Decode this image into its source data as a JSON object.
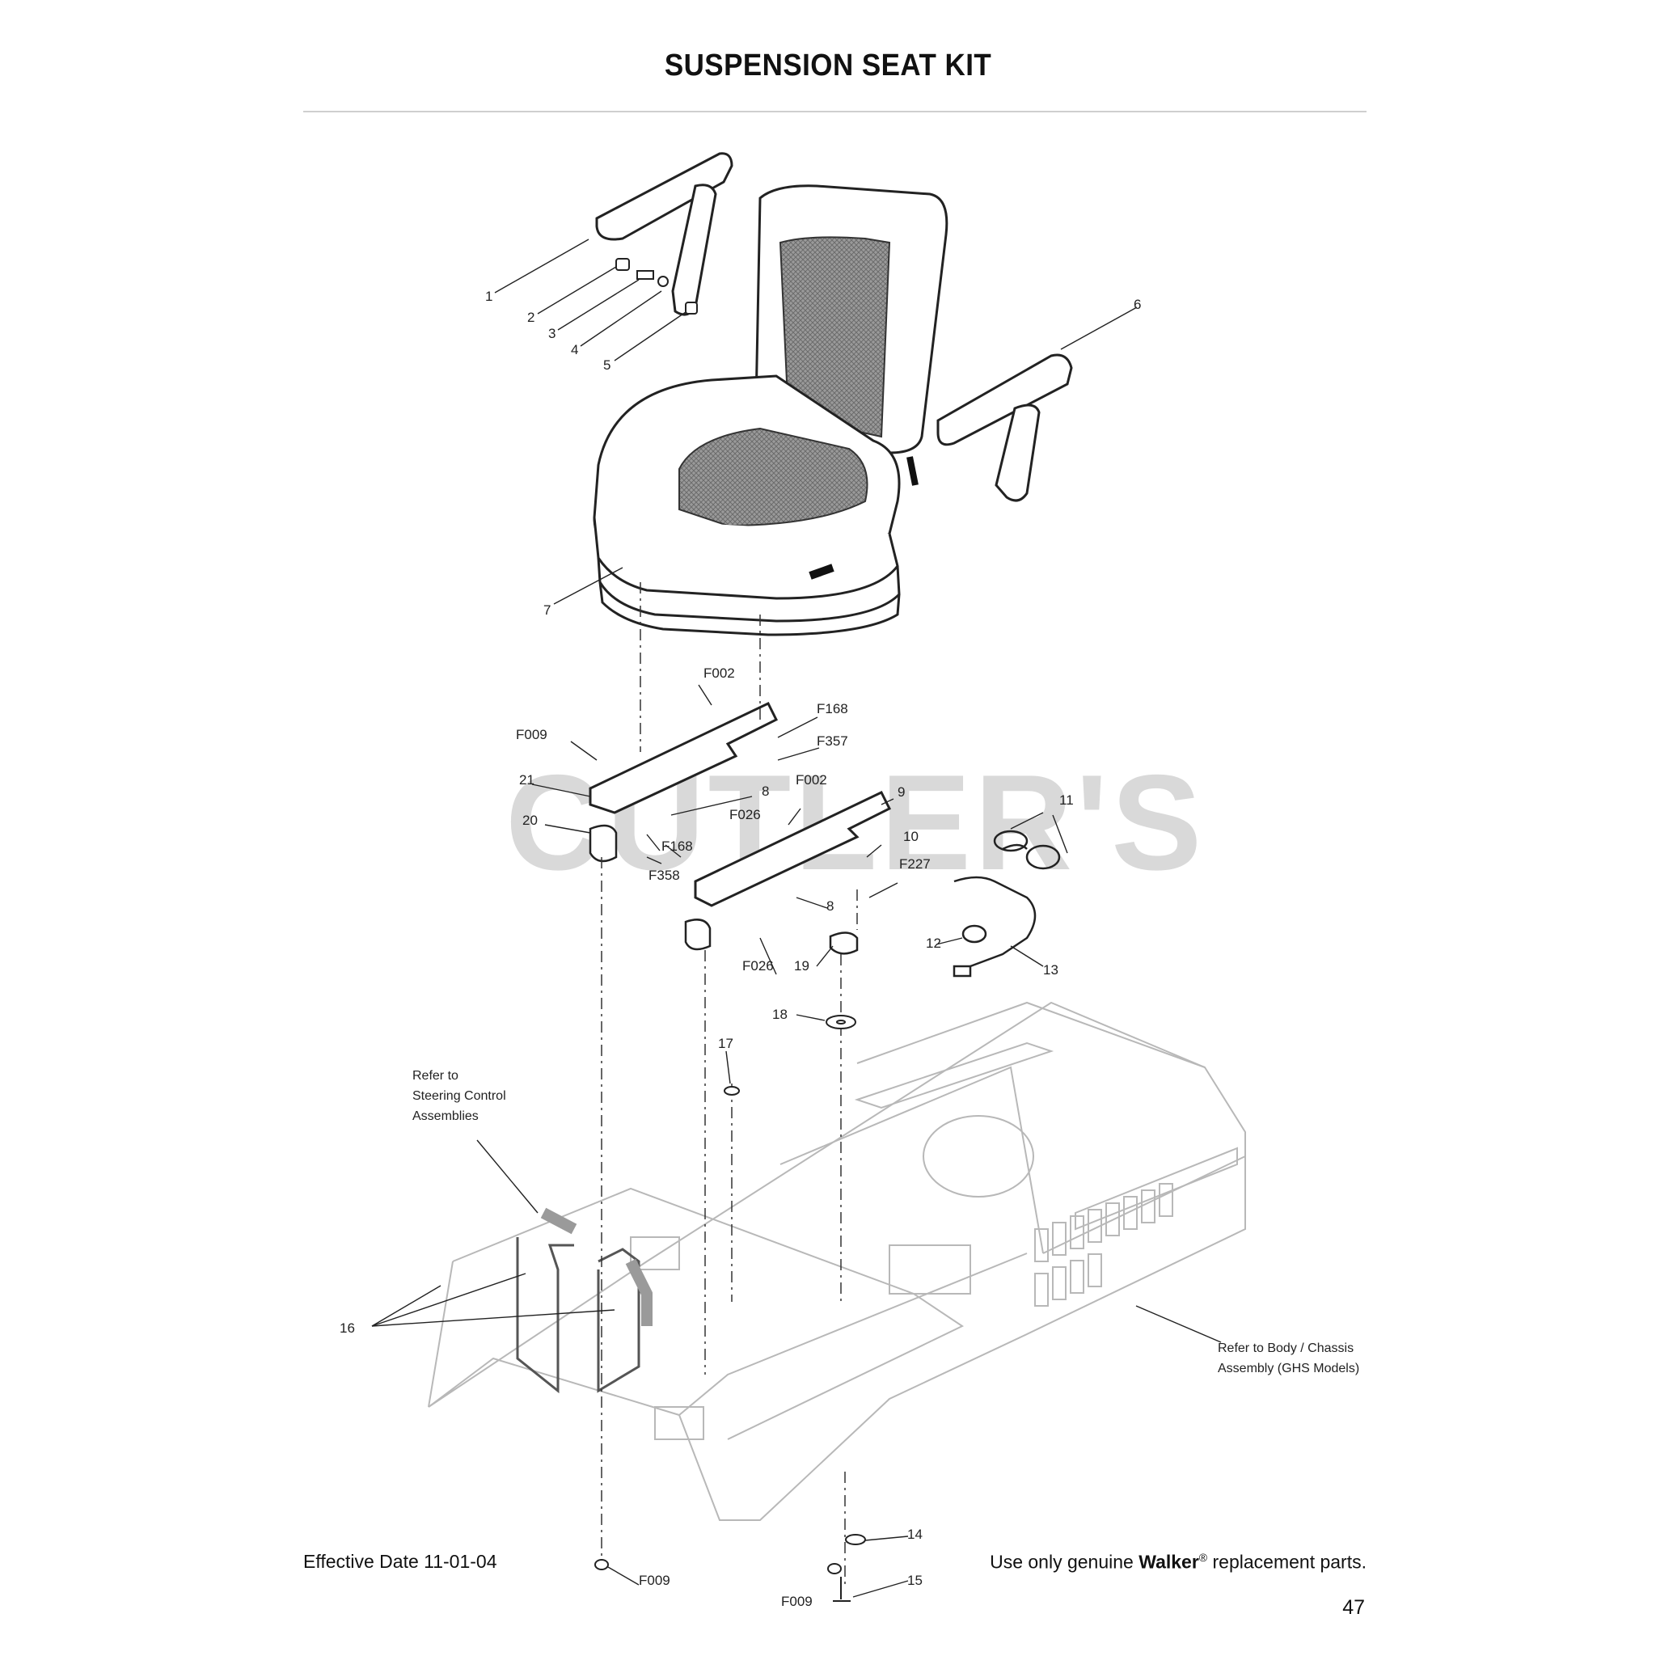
{
  "page": {
    "title": "SUSPENSION SEAT KIT",
    "effective_date": "Effective Date 11-01-04",
    "footer_prefix": "Use only genuine ",
    "footer_brand": "Walker",
    "footer_reg": "®",
    "footer_suffix": " replacement parts.",
    "page_number": "47",
    "watermark": "CUTLER'S"
  },
  "callouts": {
    "c1": "1",
    "c2": "2",
    "c3": "3",
    "c4": "4",
    "c5": "5",
    "c6": "6",
    "c7": "7",
    "c8a": "8",
    "c8b": "8",
    "c9": "9",
    "c10": "10",
    "c11": "11",
    "c12": "12",
    "c13": "13",
    "c14": "14",
    "c15": "15",
    "c16": "16",
    "c17": "17",
    "c18": "18",
    "c19": "19",
    "c20": "20",
    "c21": "21",
    "f002a": "F002",
    "f002b": "F002",
    "f168a": "F168",
    "f168b": "F168",
    "f357": "F357",
    "f009a": "F009",
    "f009b": "F009",
    "f009c": "F009",
    "f026a": "F026",
    "f026b": "F026",
    "f358": "F358",
    "f227": "F227"
  },
  "notes": {
    "steering_1": "Refer to",
    "steering_2": "Steering Control",
    "steering_3": "Assemblies",
    "body_1": "Refer to Body / Chassis",
    "body_2": "Assembly (GHS Models)"
  },
  "colors": {
    "line": "#222222",
    "ghost": "#b8b8b8",
    "gray_part": "#8c8c8c",
    "watermark": "#d9d9d9"
  }
}
